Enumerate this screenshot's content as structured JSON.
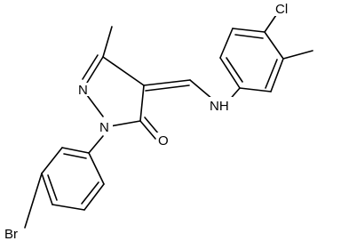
{
  "molecule": {
    "atoms": {
      "n_ring": "N",
      "n_aryl": "N",
      "oxygen": "O",
      "nh": "NH",
      "chlorine": "Cl",
      "bromine": "Br"
    }
  }
}
